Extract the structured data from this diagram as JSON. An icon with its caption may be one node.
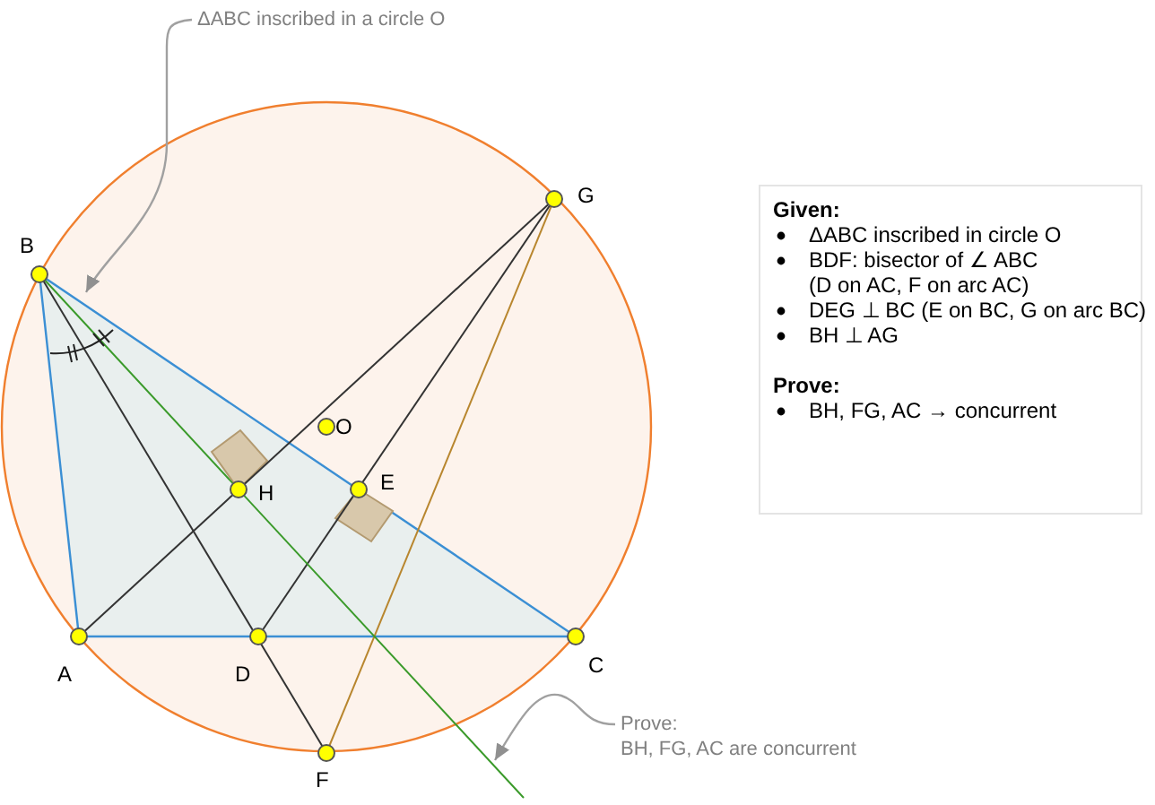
{
  "diagram": {
    "nodes": [
      {
        "text": [
          "ΔABC inscribed in  a circle O"
        ]
      },
      {
        "text": [
          "Prove:",
          "BH, FG, AC are concurrent"
        ]
      },
      {
        "text": [
          "Given:",
          "ΔABC inscribed in circle O",
          "BDF: bisector of ∠ ABC (D on AC, F on arc AC)",
          "DEG ⊥ BC (E on BC, G on arc BC)",
          "BH ⊥ AG",
          "Prove:",
          "BH, FG, AC → concurrent"
        ]
      }
    ],
    "edges": [
      {
        "from": 0,
        "to": null,
        "arrow": "to"
      },
      {
        "from": 1,
        "to": null,
        "arrow": "to"
      }
    ],
    "labels": [
      "G",
      "B",
      "O",
      "H",
      "E",
      "A",
      "D",
      "C",
      "F"
    ]
  }
}
